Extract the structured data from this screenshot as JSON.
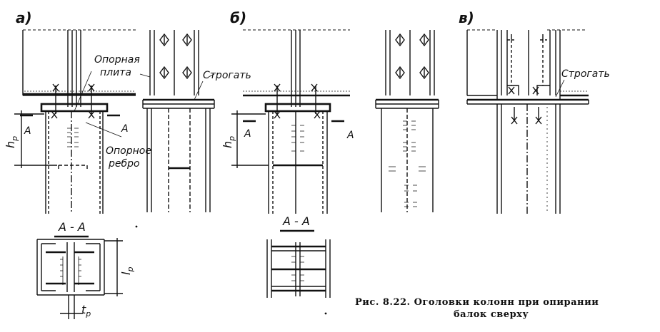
{
  "figure": {
    "panel_labels": [
      "а)",
      "б)",
      "в)"
    ],
    "labels": {
      "support_plate_line1": "Опорная",
      "support_plate_line2": "плита",
      "plane_a": "Строгать",
      "plane_c": "Строгать",
      "support_rib_line1": "Опорное",
      "support_rib_line2": "ребро",
      "section_a": "А - А",
      "section_b": "А - А",
      "cut_mark": "А",
      "hp": "h",
      "hp_sub": "p",
      "tp": "t",
      "tp_sub": "p",
      "lp": "l",
      "lp_sub": "p"
    },
    "caption_line1": "Рис. 8.22. Оголовки колонн при опирании",
    "caption_line2": "балок сверху"
  }
}
